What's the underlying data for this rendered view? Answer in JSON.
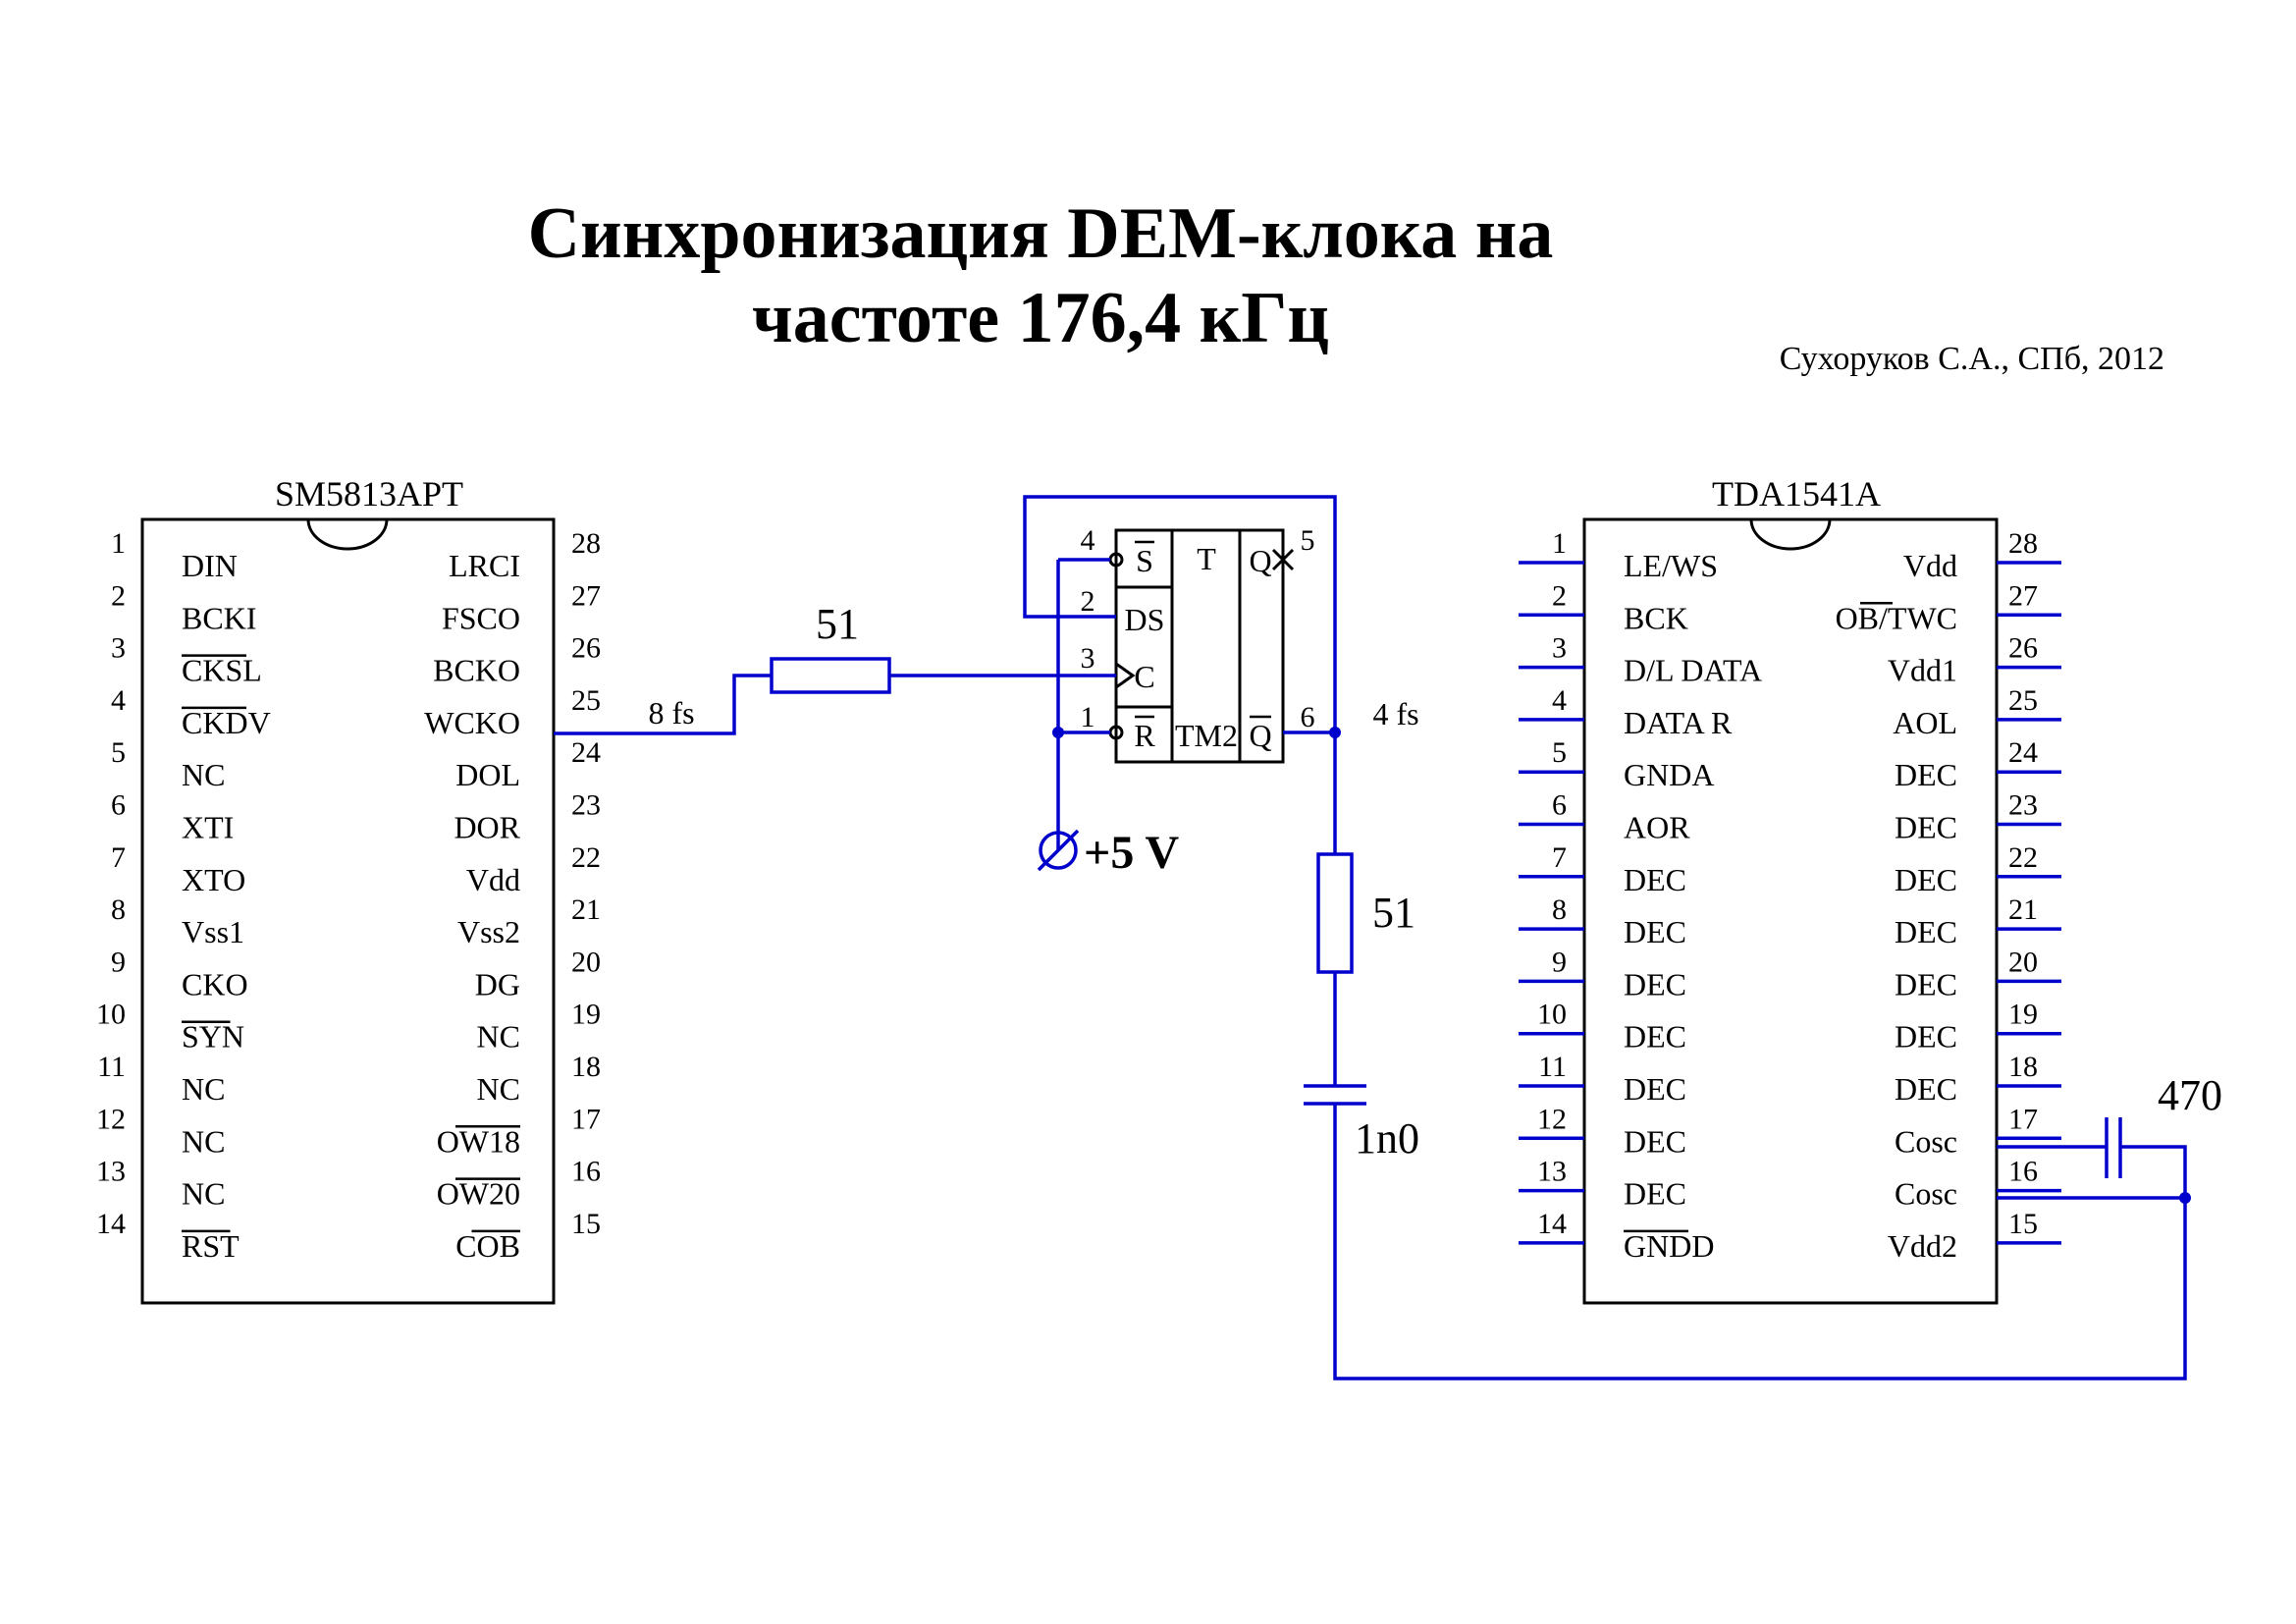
{
  "title": {
    "line1": "Синхронизация DEM-клока на",
    "line2": "частоте 176,4 кГц"
  },
  "author": "Сухоруков С.А., СПб, 2012",
  "chip_left": {
    "name": "SM5813APT",
    "pins_left": [
      {
        "num": "1",
        "label": "DIN",
        "bar": false
      },
      {
        "num": "2",
        "label": "BCKI",
        "bar": false
      },
      {
        "num": "3",
        "label": "CKSL",
        "bar": true
      },
      {
        "num": "4",
        "label": "CKDV",
        "bar": true
      },
      {
        "num": "5",
        "label": "NC",
        "bar": false
      },
      {
        "num": "6",
        "label": "XTI",
        "bar": false
      },
      {
        "num": "7",
        "label": "XTO",
        "bar": false
      },
      {
        "num": "8",
        "label": "Vss1",
        "bar": false
      },
      {
        "num": "9",
        "label": "CKO",
        "bar": false
      },
      {
        "num": "10",
        "label": "SYN",
        "bar": true
      },
      {
        "num": "11",
        "label": "NC",
        "bar": false
      },
      {
        "num": "12",
        "label": "NC",
        "bar": false
      },
      {
        "num": "13",
        "label": "NC",
        "bar": false
      },
      {
        "num": "14",
        "label": "RST",
        "bar": true
      }
    ],
    "pins_right": [
      {
        "num": "28",
        "label": "LRCI",
        "bar": false
      },
      {
        "num": "27",
        "label": "FSCO",
        "bar": false
      },
      {
        "num": "26",
        "label": "BCKO",
        "bar": false
      },
      {
        "num": "25",
        "label": "WCKO",
        "bar": false
      },
      {
        "num": "24",
        "label": "DOL",
        "bar": false
      },
      {
        "num": "23",
        "label": "DOR",
        "bar": false
      },
      {
        "num": "22",
        "label": "Vdd",
        "bar": false
      },
      {
        "num": "21",
        "label": "Vss2",
        "bar": false
      },
      {
        "num": "20",
        "label": "DG",
        "bar": false
      },
      {
        "num": "19",
        "label": "NC",
        "bar": false
      },
      {
        "num": "18",
        "label": "NC",
        "bar": false
      },
      {
        "num": "17",
        "label": "OW18",
        "bar": true
      },
      {
        "num": "16",
        "label": "OW20",
        "bar": true
      },
      {
        "num": "15",
        "label": "COB",
        "bar": true
      }
    ]
  },
  "chip_right": {
    "name": "TDA1541A",
    "pins_left": [
      {
        "num": "1",
        "label": "LE/WS",
        "bar": false
      },
      {
        "num": "2",
        "label": "BCK",
        "bar": false
      },
      {
        "num": "3",
        "label": "D/L DATA",
        "bar": false
      },
      {
        "num": "4",
        "label": "DATA R",
        "bar": false
      },
      {
        "num": "5",
        "label": "GNDA",
        "bar": false
      },
      {
        "num": "6",
        "label": "AOR",
        "bar": false
      },
      {
        "num": "7",
        "label": "DEC",
        "bar": false
      },
      {
        "num": "8",
        "label": "DEC",
        "bar": false
      },
      {
        "num": "9",
        "label": "DEC",
        "bar": false
      },
      {
        "num": "10",
        "label": "DEC",
        "bar": false
      },
      {
        "num": "11",
        "label": "DEC",
        "bar": false
      },
      {
        "num": "12",
        "label": "DEC",
        "bar": false
      },
      {
        "num": "13",
        "label": "DEC",
        "bar": false
      },
      {
        "num": "14",
        "label": "GNDD",
        "bar": true
      }
    ],
    "pins_right": [
      {
        "num": "28",
        "label": "Vdd",
        "bar": false
      },
      {
        "num": "27",
        "label": "OB/TWC",
        "bar": false,
        "bar_part": "OB"
      },
      {
        "num": "26",
        "label": "Vdd1",
        "bar": false
      },
      {
        "num": "25",
        "label": "AOL",
        "bar": false
      },
      {
        "num": "24",
        "label": "DEC",
        "bar": false
      },
      {
        "num": "23",
        "label": "DEC",
        "bar": false
      },
      {
        "num": "22",
        "label": "DEC",
        "bar": false
      },
      {
        "num": "21",
        "label": "DEC",
        "bar": false
      },
      {
        "num": "20",
        "label": "DEC",
        "bar": false
      },
      {
        "num": "19",
        "label": "DEC",
        "bar": false
      },
      {
        "num": "18",
        "label": "DEC",
        "bar": false
      },
      {
        "num": "17",
        "label": "Cosc",
        "bar": false
      },
      {
        "num": "16",
        "label": "Cosc",
        "bar": false
      },
      {
        "num": "15",
        "label": "Vdd2",
        "bar": false
      }
    ]
  },
  "flipflop": {
    "name": "TM2",
    "type_label": "T",
    "inputs": {
      "s": "S",
      "ds": "DS",
      "c": "C",
      "r": "R"
    },
    "outputs": {
      "q": "Q",
      "qbar": "Q"
    },
    "pins": {
      "s": "4",
      "ds": "2",
      "c": "3",
      "r": "1",
      "q": "5",
      "qbar": "6"
    }
  },
  "components": {
    "r1": "51",
    "r2": "51",
    "c1": "1n0",
    "c2": "470"
  },
  "net_labels": {
    "in_freq": "8 fs",
    "out_freq": "4 fs",
    "power": "+5 V"
  }
}
